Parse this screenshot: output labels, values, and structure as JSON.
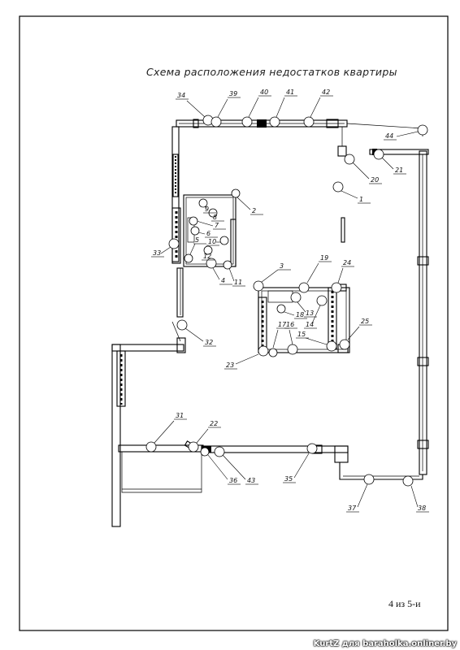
{
  "title": "Схема расположения недостатков квартиры",
  "page_number": "4 из 5-и",
  "watermark": "KurtZ для baraholka.onliner.by",
  "markers": [
    {
      "id": "1",
      "label": "1"
    },
    {
      "id": "2",
      "label": "2"
    },
    {
      "id": "3",
      "label": "3"
    },
    {
      "id": "4",
      "label": "4"
    },
    {
      "id": "5",
      "label": "5"
    },
    {
      "id": "6",
      "label": "6"
    },
    {
      "id": "7",
      "label": "7"
    },
    {
      "id": "8",
      "label": "8"
    },
    {
      "id": "9",
      "label": "9"
    },
    {
      "id": "10",
      "label": "10"
    },
    {
      "id": "11",
      "label": "11"
    },
    {
      "id": "12",
      "label": "12"
    },
    {
      "id": "13",
      "label": "13"
    },
    {
      "id": "14",
      "label": "14"
    },
    {
      "id": "15",
      "label": "15"
    },
    {
      "id": "16",
      "label": "16"
    },
    {
      "id": "17",
      "label": "17"
    },
    {
      "id": "18",
      "label": "18"
    },
    {
      "id": "19",
      "label": "19"
    },
    {
      "id": "20",
      "label": "20"
    },
    {
      "id": "21",
      "label": "21"
    },
    {
      "id": "22",
      "label": "22"
    },
    {
      "id": "23",
      "label": "23"
    },
    {
      "id": "24",
      "label": "24"
    },
    {
      "id": "25",
      "label": "25"
    },
    {
      "id": "31",
      "label": "31"
    },
    {
      "id": "32",
      "label": "32"
    },
    {
      "id": "33",
      "label": "33"
    },
    {
      "id": "34",
      "label": "34"
    },
    {
      "id": "35",
      "label": "35"
    },
    {
      "id": "36",
      "label": "36"
    },
    {
      "id": "37",
      "label": "37"
    },
    {
      "id": "38",
      "label": "38"
    },
    {
      "id": "39",
      "label": "39"
    },
    {
      "id": "40",
      "label": "40"
    },
    {
      "id": "41",
      "label": "41"
    },
    {
      "id": "42",
      "label": "42"
    },
    {
      "id": "43",
      "label": "43"
    },
    {
      "id": "44",
      "label": "44"
    }
  ]
}
